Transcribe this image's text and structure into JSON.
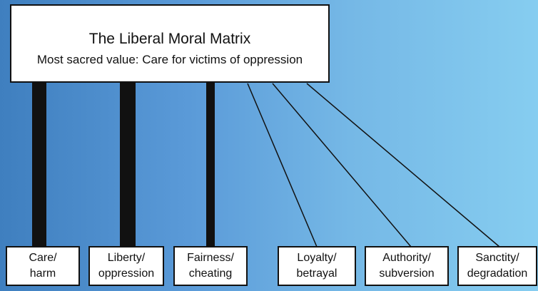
{
  "header": {
    "title": "The Liberal Moral Matrix",
    "subtitle": "Most sacred value: Care for victims of oppression"
  },
  "foundations": [
    {
      "line1": "Care/",
      "line2": "harm",
      "connection": "thick"
    },
    {
      "line1": "Liberty/",
      "line2": "oppression",
      "connection": "thick"
    },
    {
      "line1": "Fairness/",
      "line2": "cheating",
      "connection": "medium"
    },
    {
      "line1": "Loyalty/",
      "line2": "betrayal",
      "connection": "thin"
    },
    {
      "line1": "Authority/",
      "line2": "subversion",
      "connection": "thin"
    },
    {
      "line1": "Sanctity/",
      "line2": "degradation",
      "connection": "thin"
    }
  ],
  "colors": {
    "background_left": "#3f7fbf",
    "background_right": "#86cdf0",
    "box_fill": "#ffffff",
    "line_color": "#111111"
  }
}
